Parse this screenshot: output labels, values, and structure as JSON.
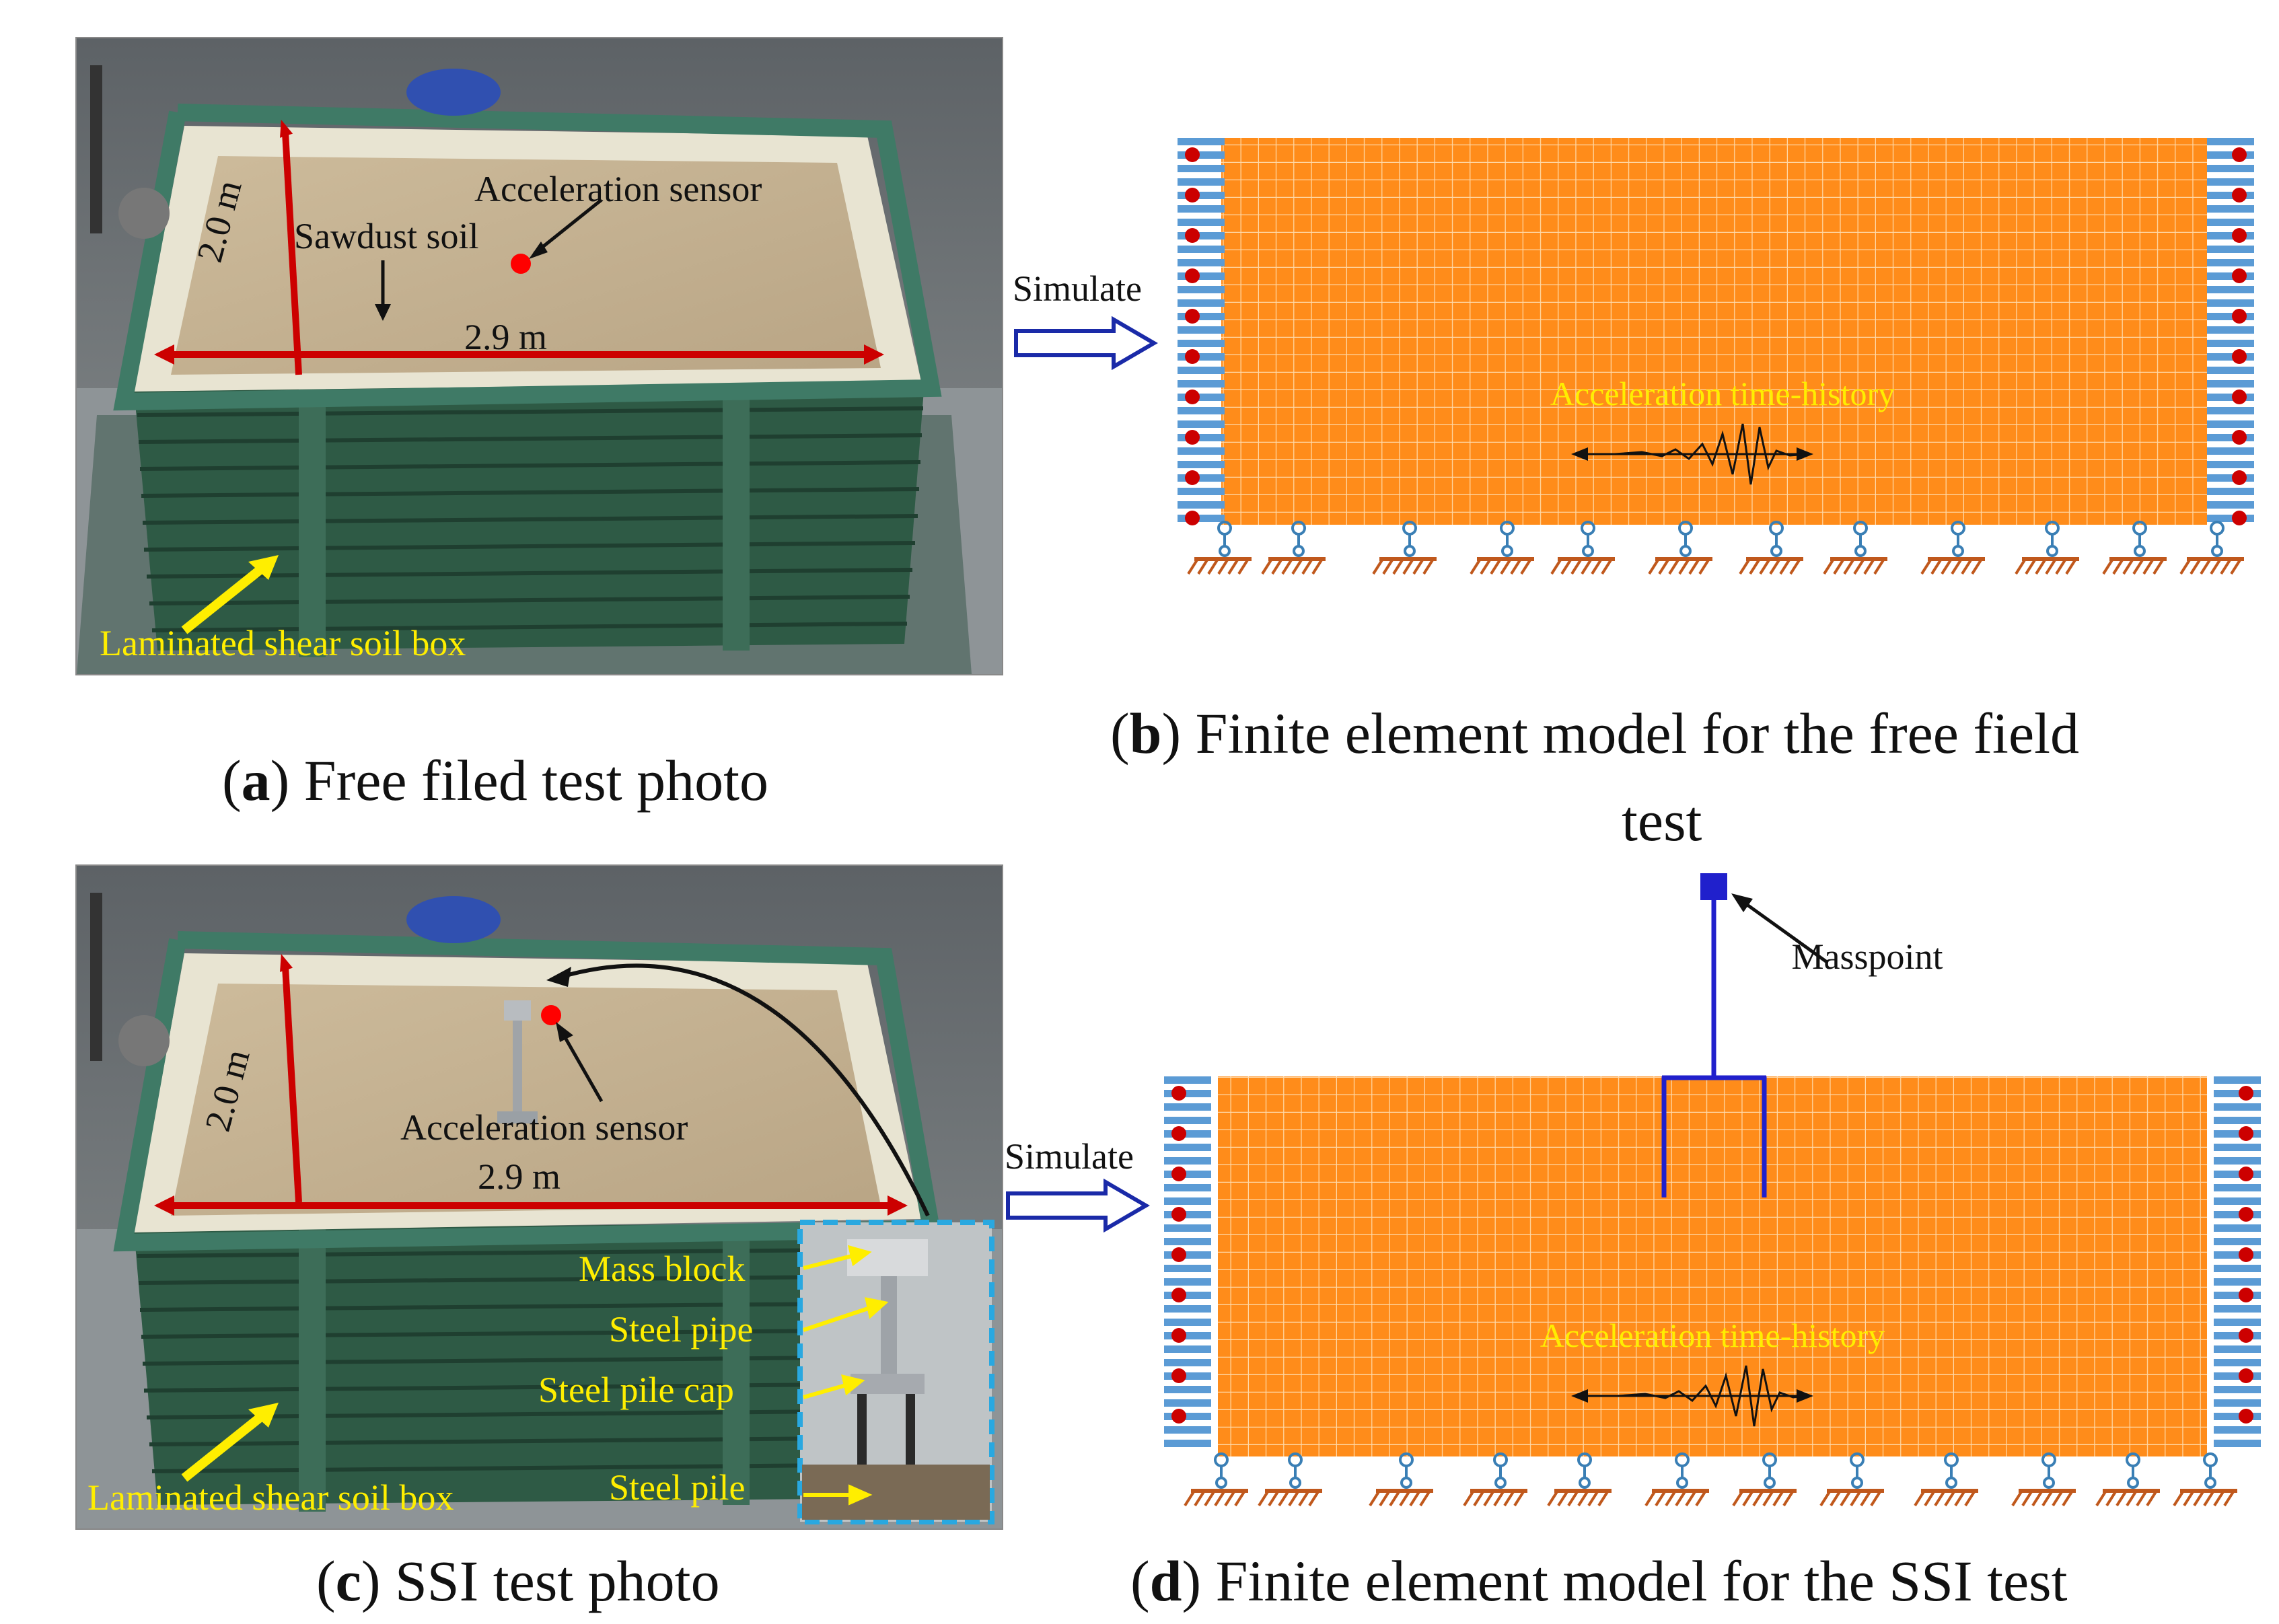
{
  "panel_a": {
    "caption_letter": "a",
    "caption_text": " Free filed test photo",
    "label_sensor": "Acceleration sensor",
    "label_soil": "Sawdust soil",
    "dim_width": "2.0 m",
    "dim_length": "2.9 m",
    "label_box": "Laminated shear soil box"
  },
  "panel_b": {
    "caption_letter": "b",
    "caption_line1": " Finite element model for the free field",
    "caption_line2": "test",
    "simulate": "Simulate",
    "accel_label": "Acceleration time-history"
  },
  "panel_c": {
    "caption_letter": "c",
    "caption_text": " SSI test photo",
    "label_sensor": "Acceleration sensor",
    "dim_width": "2.0 m",
    "dim_length": "2.9 m",
    "label_box": "Laminated shear soil box",
    "inset_labels": [
      "Mass block",
      "Steel pipe",
      "Steel pile cap",
      "Steel pile"
    ]
  },
  "panel_d": {
    "caption_letter": "d",
    "caption_text": " Finite element model for the SSI test",
    "simulate": "Simulate",
    "masspoint": "Masspoint",
    "accel_label": "Acceleration time-history"
  },
  "colors": {
    "mesh_fill": "#ff8c1a",
    "mesh_line": "#ffd9a8",
    "boundary_blue": "#5b9bd5",
    "dim_red": "#cc0000",
    "sensor_red": "#ff0000",
    "struct_blue": "#2020cc",
    "support_orange": "#c0581c",
    "label_yellow": "#ffee00"
  }
}
